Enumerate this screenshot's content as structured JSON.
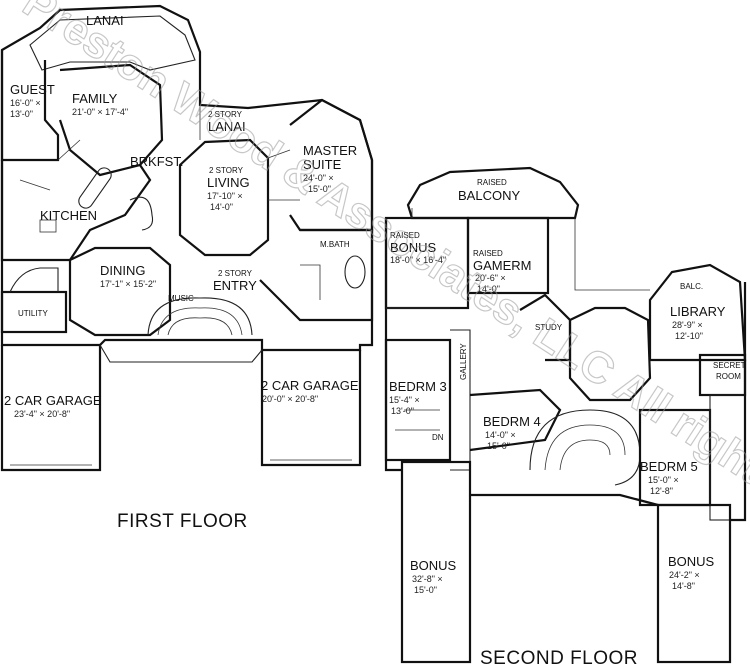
{
  "floors": {
    "first": {
      "title": "FIRST FLOOR",
      "rooms": {
        "lanai": {
          "name": "LANAI"
        },
        "guest": {
          "name": "GUEST",
          "dim": "16'-0\" ×\n13'-0\""
        },
        "family": {
          "name": "FAMILY",
          "dim": "21'-0\" × 17'-4\""
        },
        "lanai2": {
          "prefix": "2 STORY",
          "name": "LANAI"
        },
        "master": {
          "name1": "MASTER",
          "name2": "SUITE",
          "dim1": "24'-0\" ×",
          "dim2": "15'-0\""
        },
        "brkfst": {
          "name": "BRKFST."
        },
        "living": {
          "prefix": "2 STORY",
          "name": "LIVING",
          "dim1": "17'-10\" ×",
          "dim2": "14'-0\""
        },
        "kitchen": {
          "name": "KITCHEN"
        },
        "mbath": {
          "name": "M.BATH"
        },
        "dining": {
          "name": "DINING",
          "dim": "17'-1\" × 15'-2\""
        },
        "entry": {
          "prefix": "2 STORY",
          "name": "ENTRY"
        },
        "music": {
          "name": "MUSIC"
        },
        "utility": {
          "name": "UTILITY"
        },
        "garage1": {
          "name": "2 CAR GARAGE",
          "dim": "23'-4\" × 20'-8\""
        },
        "garage2": {
          "name": "2 CAR GARAGE",
          "dim": "20'-0\" × 20'-8\""
        }
      }
    },
    "second": {
      "title": "SECOND FLOOR",
      "rooms": {
        "balcony": {
          "prefix": "RAISED",
          "name": "BALCONY"
        },
        "bonus1": {
          "prefix": "RAISED",
          "name": "BONUS",
          "dim": "18'-0\" × 16'-4\""
        },
        "gamerm": {
          "prefix": "RAISED",
          "name": "GAMERM",
          "dim1": "20'-6\" ×",
          "dim2": "14'-0\""
        },
        "balc": {
          "name": "BALC."
        },
        "library": {
          "name": "LIBRARY",
          "dim1": "28'-9\" ×",
          "dim2": "12'-10\""
        },
        "study": {
          "name": "STUDY"
        },
        "secret": {
          "name1": "SECRET",
          "name2": "ROOM"
        },
        "gallery": {
          "name": "GALLERY"
        },
        "bedrm3": {
          "name": "BEDRM 3",
          "dim1": "15'-4\" ×",
          "dim2": "13'-0\""
        },
        "bedrm4": {
          "name": "BEDRM 4",
          "dim1": "14'-0\" ×",
          "dim2": "15'-0\""
        },
        "dn": {
          "name": "DN"
        },
        "bedrm5": {
          "name": "BEDRM 5",
          "dim1": "15'-0\" ×",
          "dim2": "12'-8\""
        },
        "bonus2": {
          "name": "BONUS",
          "dim1": "32'-8\" ×",
          "dim2": "15'-0\""
        },
        "bonus3": {
          "name": "BONUS",
          "dim1": "24'-2\" ×",
          "dim2": "14'-8\""
        }
      }
    }
  },
  "watermark": "Preston Wood & Associates, LLC All rights reserved"
}
